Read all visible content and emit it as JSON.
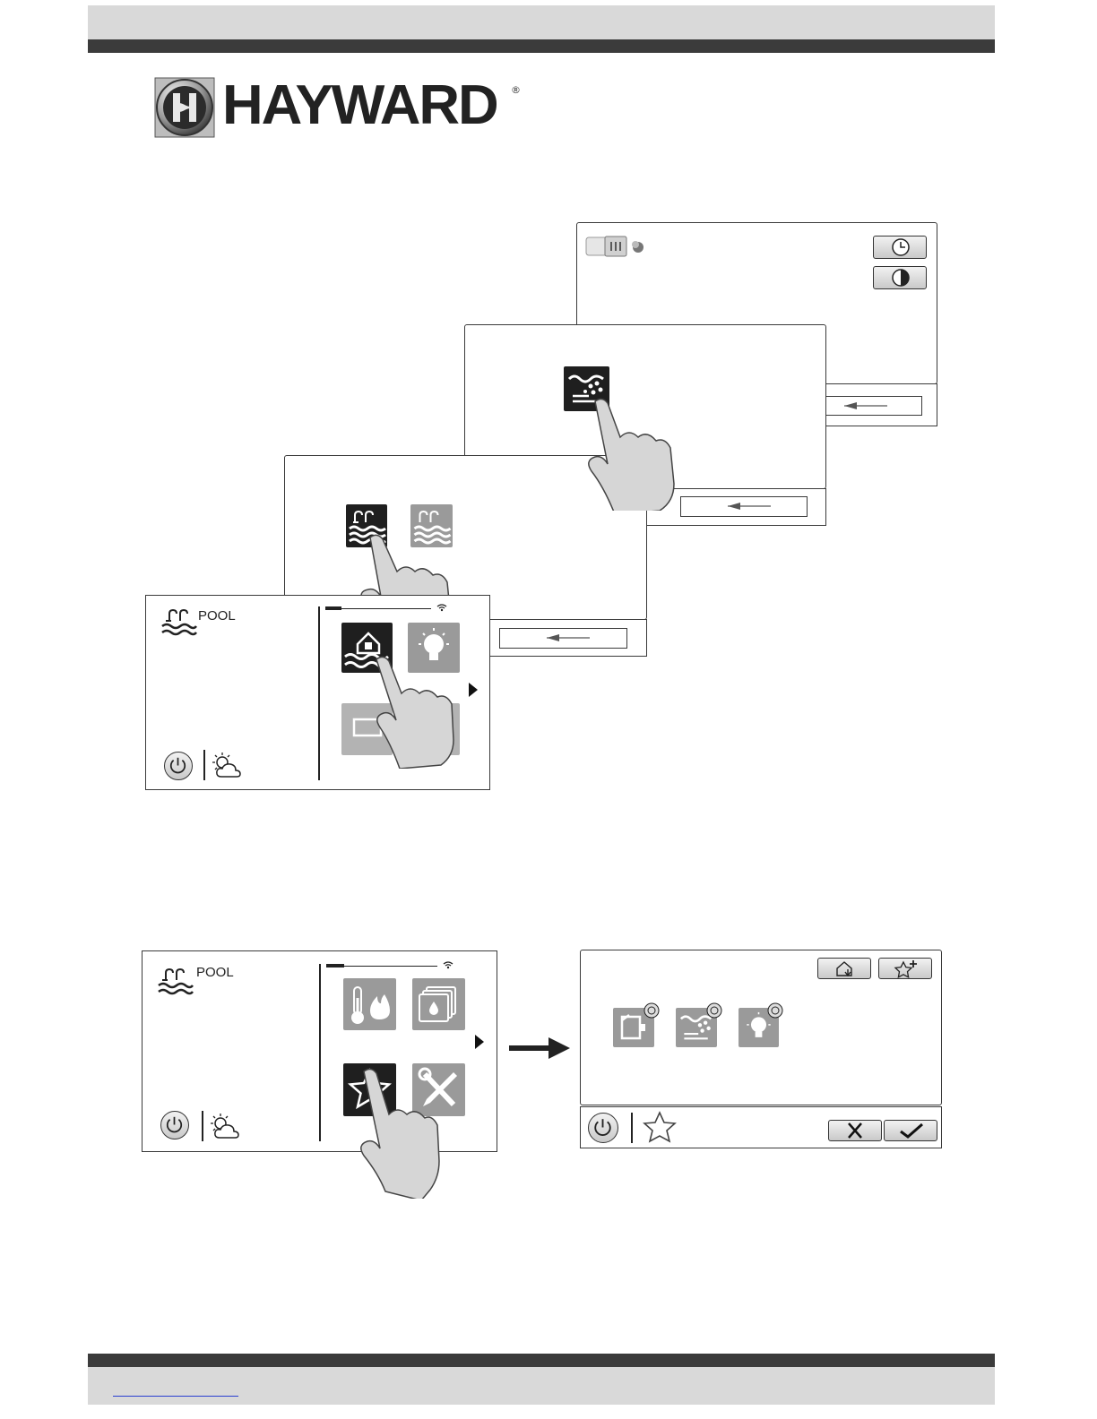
{
  "brand": {
    "name": "HAYWARD",
    "registered": "®"
  },
  "screens": {
    "home_top": {
      "label": "POOL"
    },
    "home_bottom": {
      "label": "POOL"
    }
  },
  "icons": {
    "logo": "hayward-h-logo-icon",
    "pool": "pool-ladder-waves-icon",
    "home_pool": "home-pool-icon",
    "light": "light-bulb-icon",
    "chlorinator": "chlorinator-icon",
    "heater": "thermometer-flame-icon",
    "filter": "filter-layers-icon",
    "favorites": "star-icon",
    "settings": "wrench-screwdriver-icon",
    "power": "power-icon",
    "weather": "sun-cloud-icon",
    "clock": "clock-icon",
    "timer": "timer-icon",
    "back": "back-arrow-icon",
    "add_favorite": "star-plus-icon",
    "home_down": "home-down-icon",
    "cancel": "x-icon",
    "confirm": "check-icon",
    "next": "arrow-right-icon"
  },
  "colors": {
    "bar_dark": "#3b3b3b",
    "bar_light": "#d9d9d9",
    "tile_dark": "#1f1f1f",
    "tile_grey": "#9a9a9a"
  }
}
